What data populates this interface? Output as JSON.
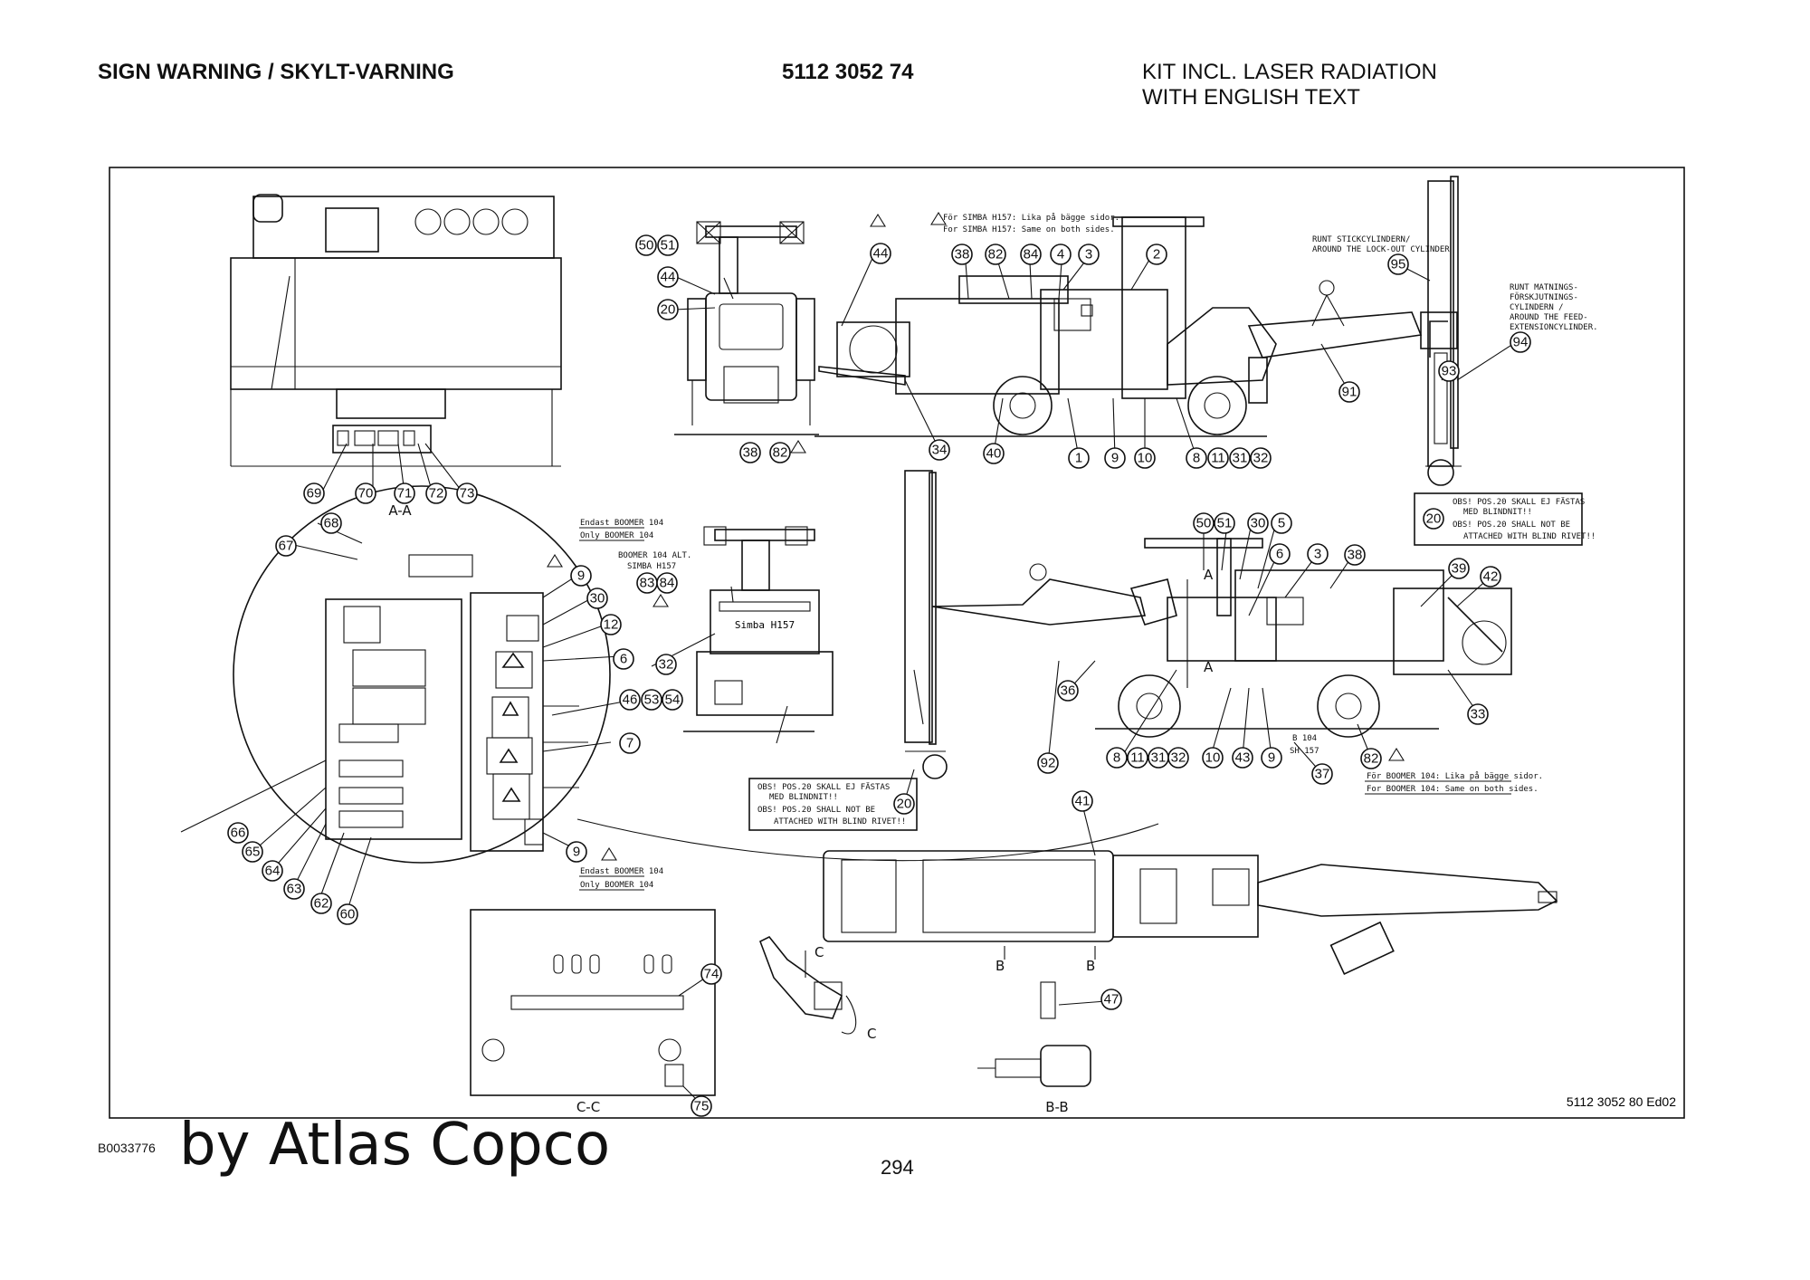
{
  "header": {
    "title": "SIGN WARNING / SKYLT-VARNING",
    "part_number": "5112 3052 74",
    "description_line1": "KIT INCL. LASER RADIATION",
    "description_line2": "WITH ENGLISH TEXT"
  },
  "drawing": {
    "drawing_number": "5112 3052 80 Ed02",
    "section_labels": [
      "A-A",
      "C-C",
      "B-B",
      "A",
      "A",
      "B",
      "B",
      "C",
      "C"
    ],
    "notes": {
      "both_sides_simba_sv": "För SIMBA H157: Lika på bägge sidor.",
      "both_sides_simba_en": "For SIMBA H157: Same on both sides.",
      "lockout_sv": "RUNT STICKCYLINDERN/",
      "lockout_en": "AROUND THE LOCK-OUT CYLINDER",
      "feed_1": "RUNT MATNINGS-",
      "feed_2": "FÖRSKJUTNINGS-",
      "feed_3": "CYLINDERN /",
      "feed_4": "AROUND THE FEED-",
      "feed_5": "EXTENSIONCYLINDER.",
      "obs1_sv_a": "OBS! POS.20 SKALL EJ FÄSTAS",
      "obs1_sv_b": "MED BLINDNIT!!",
      "obs1_en_a": "OBS! POS.20 SHALL NOT BE",
      "obs1_en_b": "ATTACHED WITH BLIND RIVET!!",
      "obs2_sv_a": "OBS! POS.20 SKALL EJ FÄSTAS",
      "obs2_sv_b": "MED BLINDNIT!!",
      "obs2_en_a": "OBS! POS.20 SHALL NOT BE",
      "obs2_en_b": "ATTACHED WITH BLIND RIVET!!",
      "boomer_only_sv_1": "Endast BOOMER 104",
      "boomer_only_en_1": "Only BOOMER 104",
      "boomer_alt_1": "BOOMER 104 ALT.",
      "boomer_alt_2": "SIMBA H157",
      "boomer_only_sv_2": "Endast BOOMER 104",
      "boomer_only_en_2": "Only BOOMER 104",
      "both_sides_boomer_sv": "För BOOMER 104: Lika på bägge sidor.",
      "both_sides_boomer_en": "For BOOMER 104: Same on both sides.",
      "simba_plate": "Simba H157",
      "b104": "B 104",
      "sh157": "SH 157"
    },
    "callouts": [
      "69",
      "70",
      "71",
      "72",
      "73",
      "50",
      "51",
      "44",
      "20",
      "38",
      "82",
      "44",
      "38",
      "82",
      "84",
      "4",
      "3",
      "2",
      "95",
      "94",
      "93",
      "91",
      "34",
      "40",
      "1",
      "9",
      "10",
      "8",
      "11",
      "31",
      "32",
      "20",
      "68",
      "67",
      "9",
      "30",
      "12",
      "6",
      "46",
      "53",
      "54",
      "7",
      "66",
      "65",
      "64",
      "63",
      "62",
      "60",
      "9",
      "83",
      "84",
      "32",
      "50",
      "51",
      "30",
      "5",
      "6",
      "3",
      "38",
      "39",
      "42",
      "36",
      "33",
      "92",
      "8",
      "11",
      "31",
      "32",
      "10",
      "43",
      "9",
      "37",
      "82",
      "20",
      "41",
      "74",
      "75",
      "47"
    ]
  },
  "footer": {
    "doc_code": "B0033776",
    "brand": "by Atlas Copco",
    "page": "294"
  }
}
